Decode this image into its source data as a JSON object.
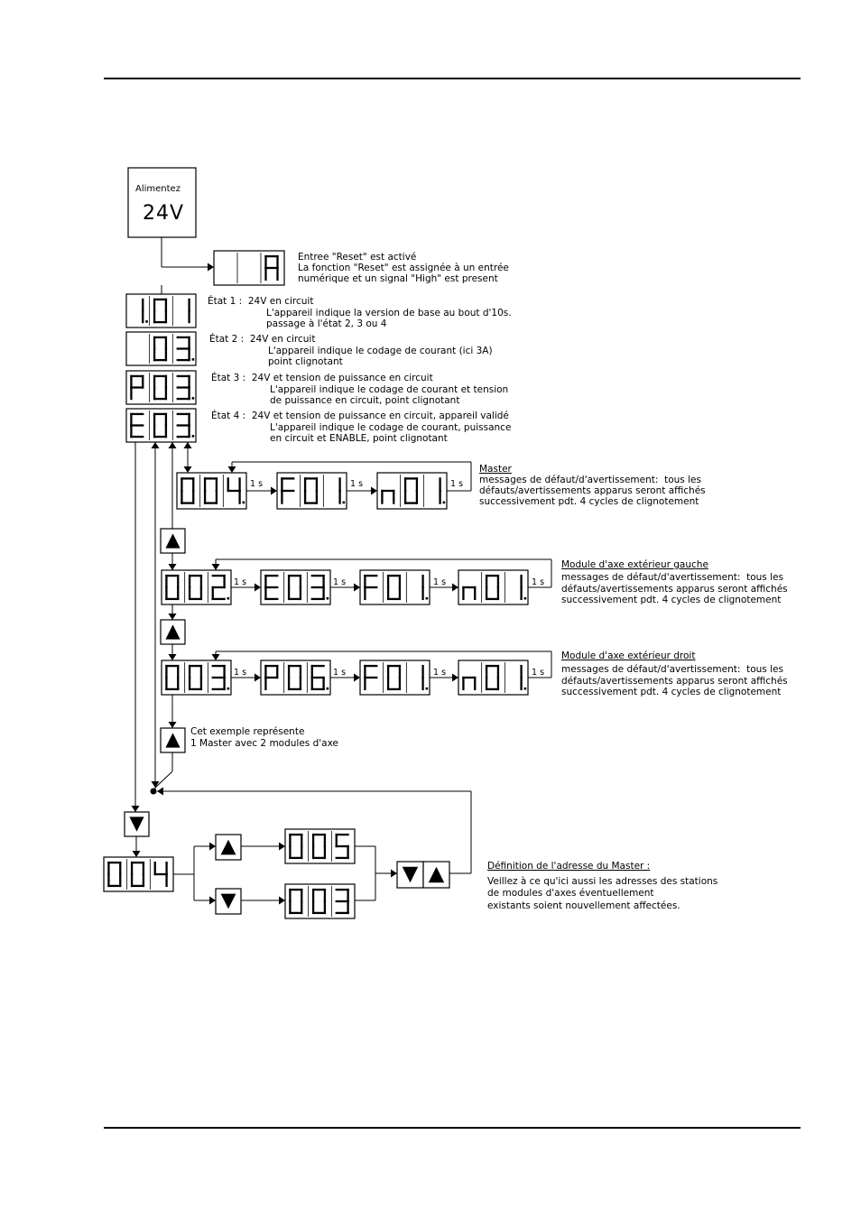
{
  "power_box": {
    "label": "Alimentez",
    "value": "24V"
  },
  "reset": {
    "display": "A",
    "lines": [
      "Entree \"Reset\" est activé",
      "La fonction \"Reset\" est assignée à un entrée",
      "numérique et un signal \"High\" est present"
    ]
  },
  "states": [
    {
      "display": "1.01",
      "lines": [
        "État 1 :  24V en circuit",
        "L'appareil indique la version de base au bout d'10s.",
        "passage à l'état 2, 3 ou 4"
      ]
    },
    {
      "display": "03.",
      "lines": [
        "État 2 :  24V en circuit",
        "L'appareil indique le codage de courant (ici 3A)",
        "point clignotant"
      ]
    },
    {
      "display": "P03.",
      "lines": [
        "État 3 :  24V et tension de puissance en circuit",
        "L'appareil indique le codage de courant et tension",
        "de puissance en circuit, point clignotant"
      ]
    },
    {
      "display": "E03.",
      "lines": [
        "État 4 :  24V et tension de puissance en circuit, appareil validé",
        "L'appareil indique le codage de courant, puissance",
        "en circuit et ENABLE, point clignotant"
      ]
    }
  ],
  "delay_label": "1 s",
  "groups": [
    {
      "title": "Master",
      "displays": [
        "004.",
        "F01.",
        "n01."
      ],
      "lines": [
        "messages de défaut/d'avertissement:  tous les",
        "défauts/avertissements apparus seront affichés",
        "successivement pdt. 4 cycles de clignotement"
      ]
    },
    {
      "title": "Module d'axe extérieur gauche",
      "displays": [
        "002.",
        "E03.",
        "F01.",
        "n01."
      ],
      "lines": [
        "messages de défaut/d'avertissement:  tous les",
        "défauts/avertissements apparus seront affichés",
        "successivement pdt. 4 cycles de clignotement"
      ]
    },
    {
      "title": "Module d'axe extérieur droit",
      "displays": [
        "003.",
        "P06.",
        "F01.",
        "n01."
      ],
      "lines": [
        "messages de défaut/d'avertissement:  tous les",
        "défauts/avertissements apparus seront affichés",
        "successivement pdt. 4 cycles de clignotement"
      ]
    }
  ],
  "example_note": [
    "Cet exemple représente",
    "1 Master avec 2 modules d'axe"
  ],
  "address": {
    "current": "004",
    "up_value": "005",
    "down_value": "003",
    "title": "Définition de l'adresse du Master :",
    "lines": [
      "Veillez à ce qu'ici aussi les adresses des stations",
      "de modules d'axes éventuellement",
      "existants soient nouvellement affectées."
    ]
  },
  "icons": {
    "up": "triangle-up-button-icon",
    "down": "triangle-down-button-icon"
  }
}
